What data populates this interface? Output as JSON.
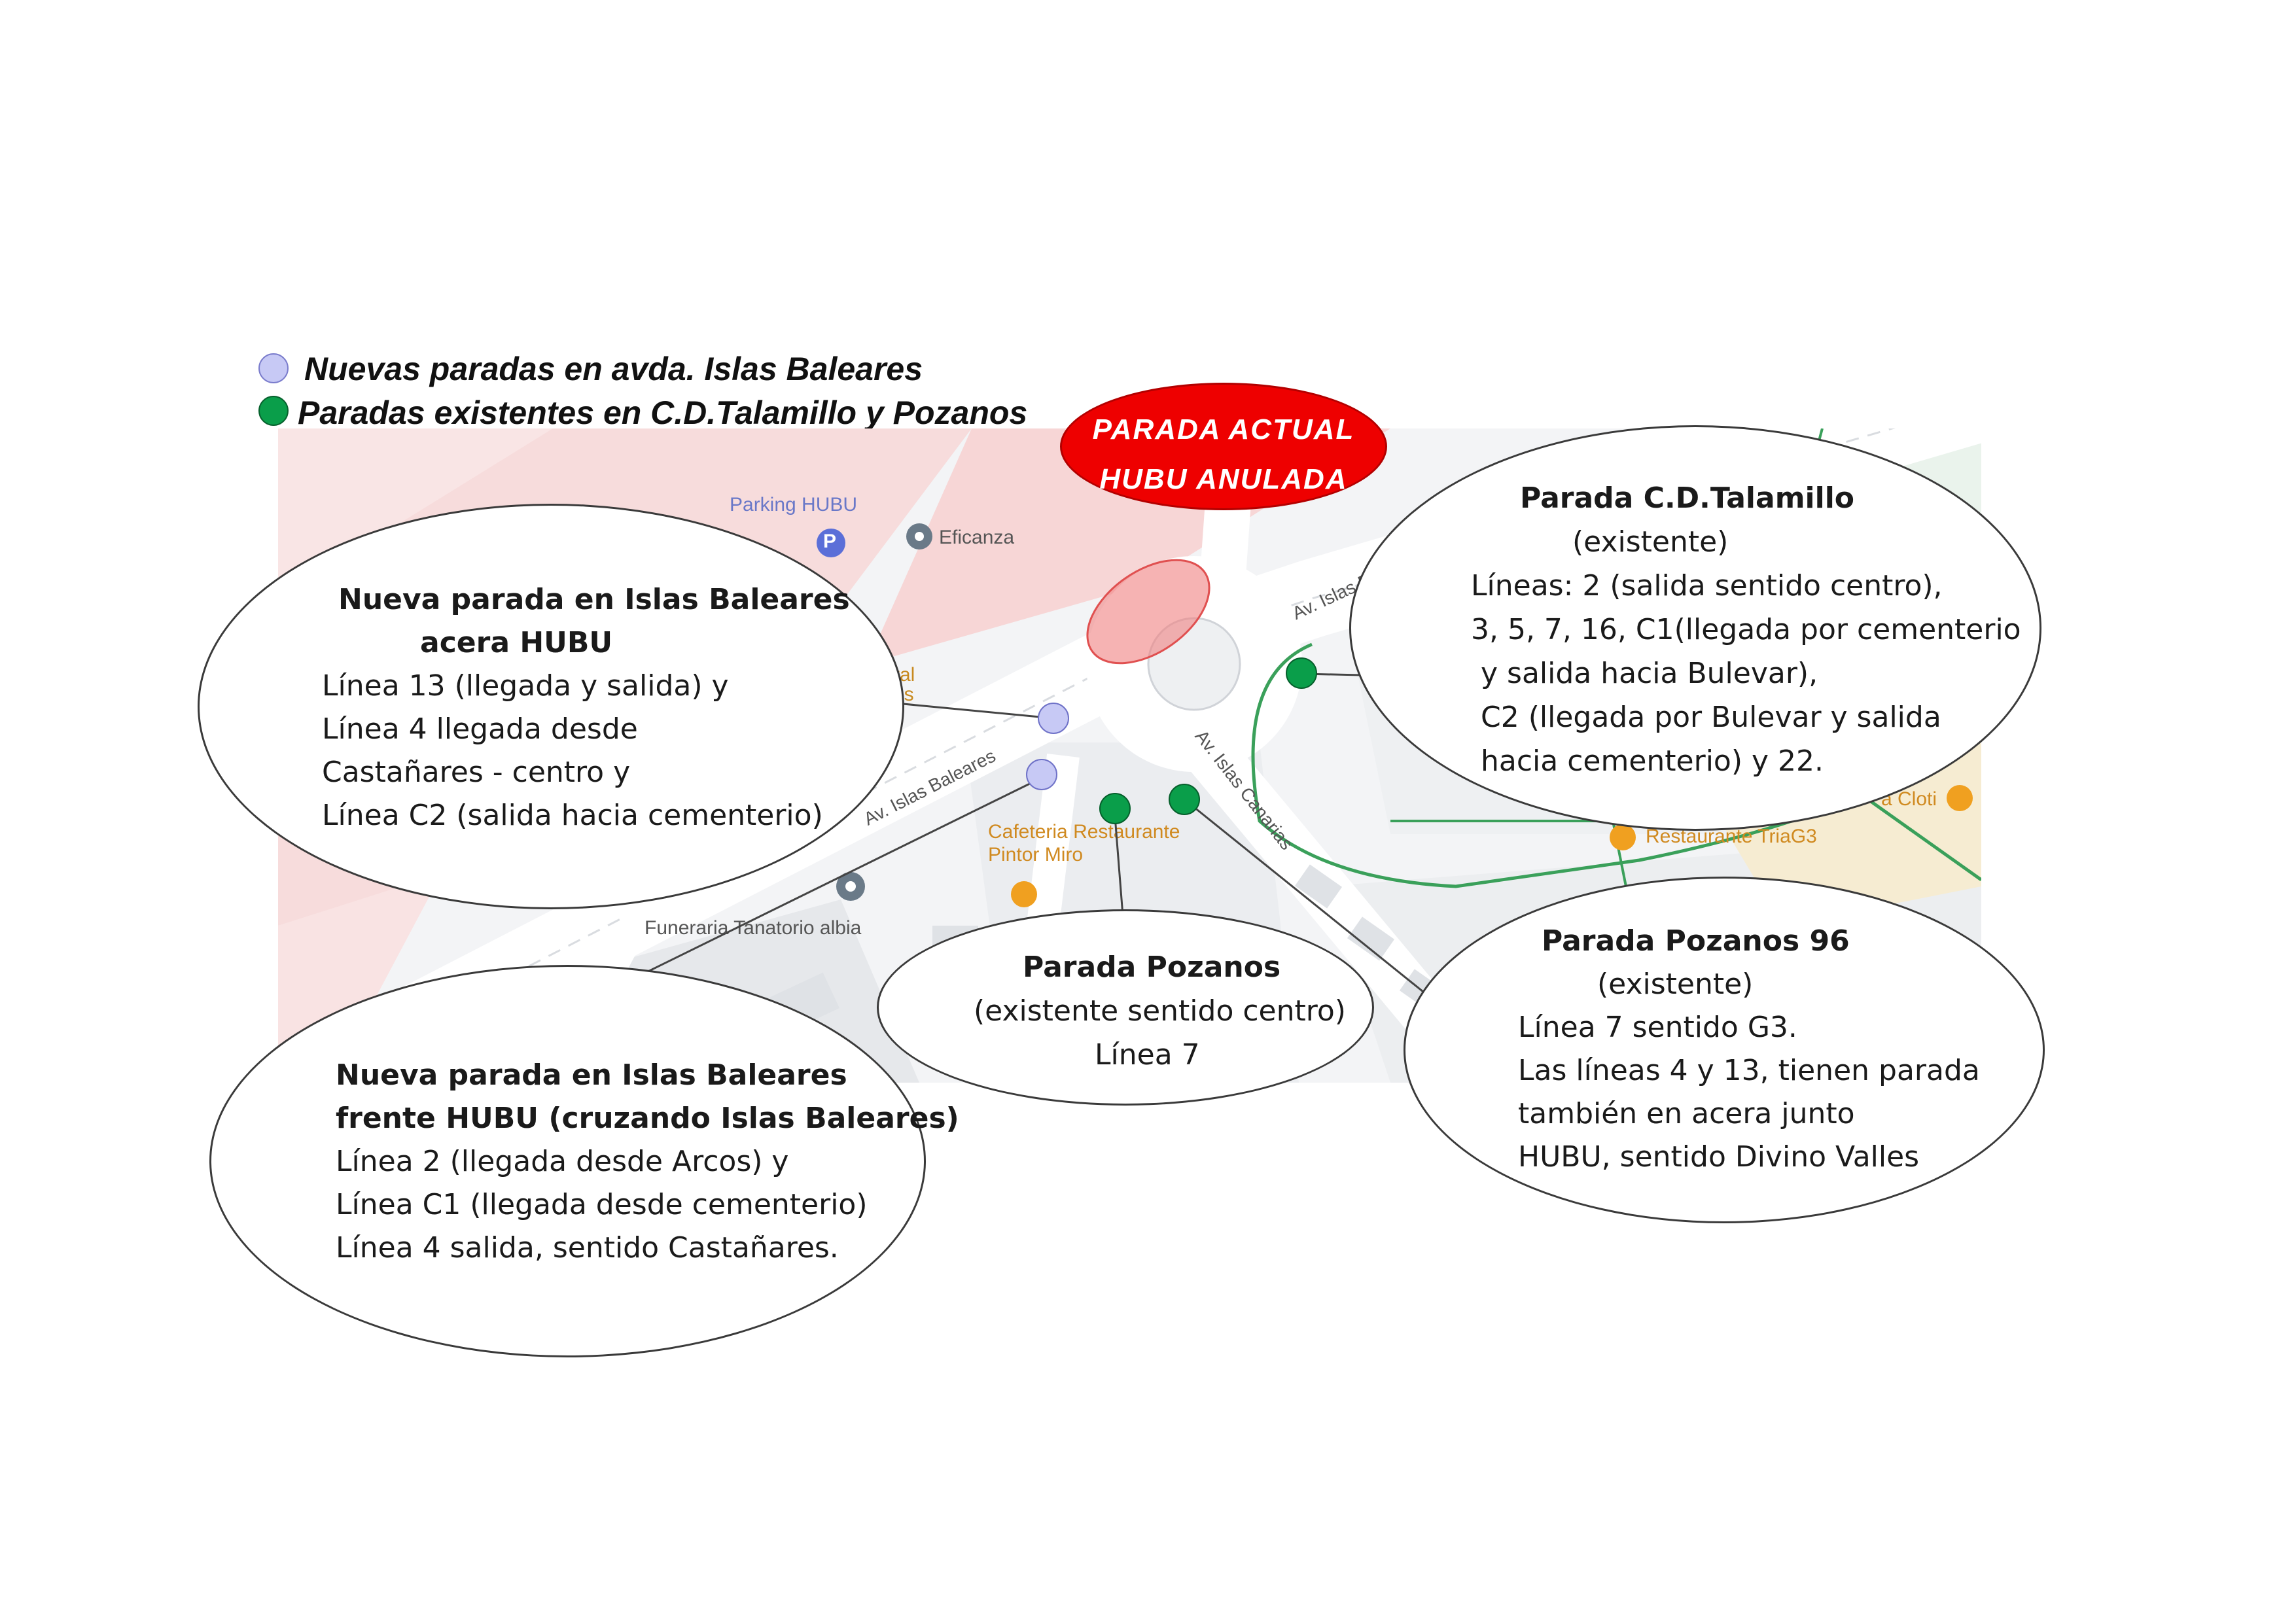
{
  "legend": {
    "new_stops": {
      "label": "Nuevas paradas en avda. Islas Baleares",
      "color": "#c7c9f5"
    },
    "existing_stops": {
      "label": "Paradas existentes en C.D.Talamillo y Pozanos",
      "color": "#0a9e4a"
    }
  },
  "annulled_stop": {
    "line1": "PARADA ACTUAL",
    "line2": "HUBU ANULADA",
    "color": "#ee0000"
  },
  "map": {
    "pois": {
      "parking": "Parking HUBU",
      "parking_icon": "P",
      "eficanza": "Eficanza",
      "hospital_fragment_1": "ital",
      "hospital_fragment_2": "os",
      "cafeteria_1": "Cafeteria Restaurante",
      "cafeteria_2": "Pintor Miro",
      "funeraria": "Funeraria Tanatorio albia",
      "restaurante": "Restaurante TriaG3",
      "cloti": "a Cloti"
    },
    "streets": {
      "baleares_lower": "Av. Islas Baleares",
      "baleares_upper": "Av. Islas Ba",
      "canarias": "Av. Islas Canarias"
    }
  },
  "callouts": {
    "hubu_side": {
      "title_1": "Nueva parada en  Islas Baleares",
      "title_2": "acera HUBU",
      "lines": [
        "Línea 13 (llegada y salida) y",
        "Línea 4 llegada desde",
        "Castañares - centro y",
        "Línea C2 (salida hacia cementerio)"
      ]
    },
    "talamillo": {
      "title": "Parada C.D.Talamillo",
      "subtitle": "(existente)",
      "lines": [
        "Líneas: 2 (salida sentido centro),",
        "3, 5, 7, 16, C1(llegada por cementerio",
        "y salida hacia Bulevar),",
        "C2 (llegada por Bulevar y salida",
        "hacia cementerio) y 22."
      ]
    },
    "pozanos": {
      "title": "Parada Pozanos",
      "lines": [
        "(existente sentido centro)",
        "Línea  7"
      ]
    },
    "pozanos96": {
      "title": "Parada Pozanos 96",
      "subtitle": "(existente)",
      "lines": [
        "Línea  7 sentido G3.",
        "Las  líneas 4 y 13,  tienen parada",
        "también en acera junto",
        " HUBU, sentido Divino Valles"
      ]
    },
    "opposite_hubu": {
      "title_1": "Nueva parada en Islas Baleares",
      "title_2": "frente HUBU (cruzando Islas Baleares)",
      "lines": [
        "Línea 2 (llegada desde Arcos) y",
        "Línea C1 (llegada desde cementerio)",
        "Línea 4 salida, sentido Castañares."
      ]
    }
  }
}
